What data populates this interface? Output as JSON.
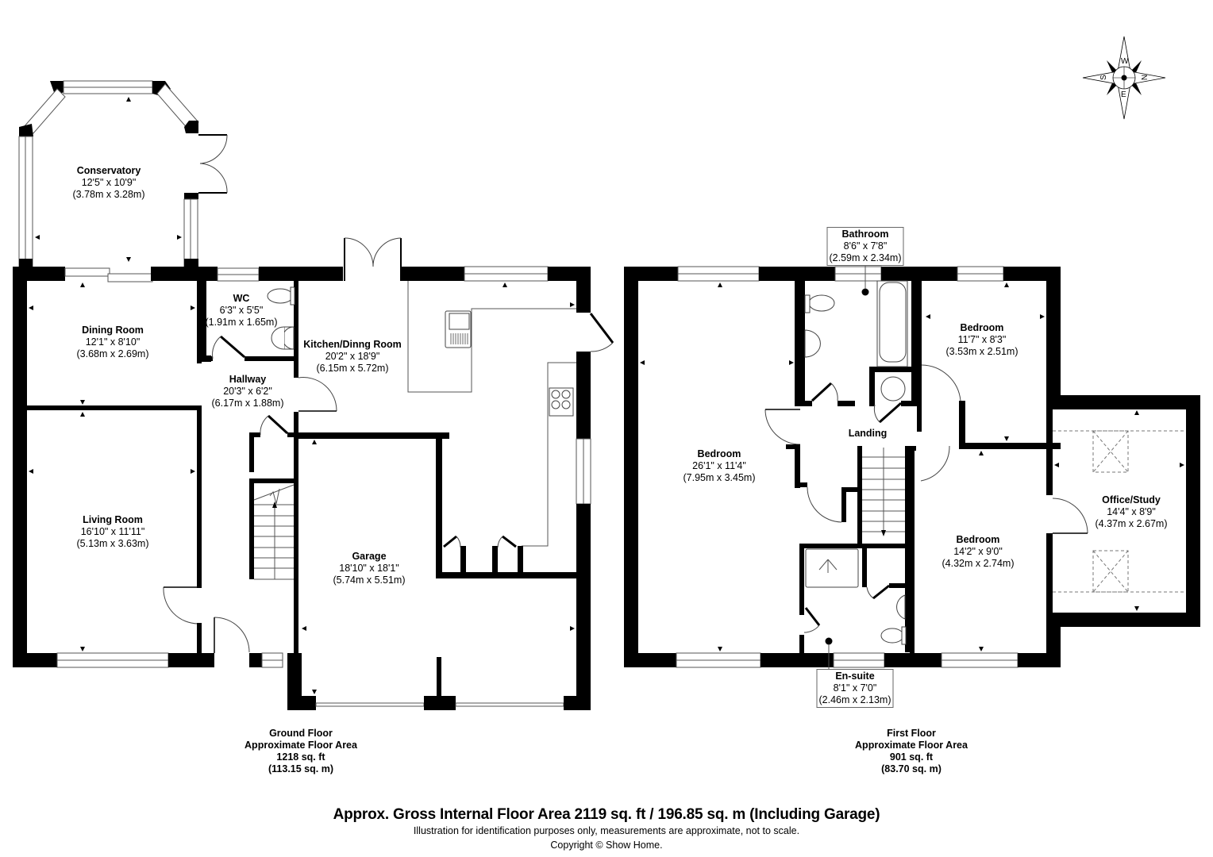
{
  "ground_floor": {
    "rooms": [
      {
        "name": "Conservatory",
        "imperial": "12'5\" x 10'9\"",
        "metric": "(3.78m x 3.28m)"
      },
      {
        "name": "Dining Room",
        "imperial": "12'1\" x 8'10\"",
        "metric": "(3.68m x 2.69m)"
      },
      {
        "name": "WC",
        "imperial": "6'3\" x 5'5\"",
        "metric": "(1.91m x 1.65m)"
      },
      {
        "name": "Kitchen/Dinng Room",
        "imperial": "20'2\" x 18'9\"",
        "metric": "(6.15m x 5.72m)"
      },
      {
        "name": "Hallway",
        "imperial": "20'3\" x 6'2\"",
        "metric": "(6.17m x 1.88m)"
      },
      {
        "name": "Living Room",
        "imperial": "16'10\" x 11'11\"",
        "metric": "(5.13m x 3.63m)"
      },
      {
        "name": "Garage",
        "imperial": "18'10\" x 18'1\"",
        "metric": "(5.74m x 5.51m)"
      }
    ],
    "area": {
      "title": "Ground Floor",
      "subtitle": "Approximate Floor Area",
      "imperial": "1218 sq. ft",
      "metric": "(113.15 sq. m)"
    }
  },
  "first_floor": {
    "rooms": [
      {
        "name": "Bathroom",
        "imperial": "8'6\" x 7'8\"",
        "metric": "(2.59m x 2.34m)"
      },
      {
        "name": "Bedroom",
        "imperial": "11'7\" x 8'3\"",
        "metric": "(3.53m x 2.51m)"
      },
      {
        "name": "Bedroom",
        "imperial": "26'1\" x 11'4\"",
        "metric": "(7.95m x 3.45m)"
      },
      {
        "name": "Landing",
        "imperial": "",
        "metric": ""
      },
      {
        "name": "Office/Study",
        "imperial": "14'4\" x 8'9\"",
        "metric": "(4.37m x 2.67m)"
      },
      {
        "name": "Bedroom",
        "imperial": "14'2\" x 9'0\"",
        "metric": "(4.32m x 2.74m)"
      },
      {
        "name": "En-suite",
        "imperial": "8'1\" x 7'0\"",
        "metric": "(2.46m x 2.13m)"
      }
    ],
    "area": {
      "title": "First Floor",
      "subtitle": "Approximate Floor Area",
      "imperial": "901 sq. ft",
      "metric": "(83.70 sq. m)"
    }
  },
  "compass": {
    "top": "W",
    "right": "N",
    "bottom": "E",
    "left": "S"
  },
  "footer": {
    "title": "Approx. Gross Internal Floor Area 2119 sq. ft / 196.85 sq. m (Including Garage)",
    "disclaimer": "Illustration for identification purposes only, measurements are approximate, not to scale.",
    "copyright": "Copyright © Show Home."
  },
  "colors": {
    "wall": "#000000",
    "background": "#ffffff",
    "fixture_line": "#444444"
  }
}
